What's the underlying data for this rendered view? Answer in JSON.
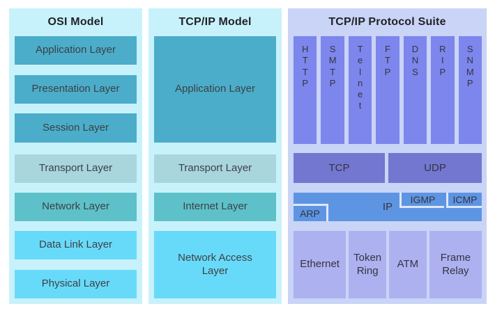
{
  "palette": {
    "panel-cyan": "#c8f2fb",
    "teal-dark": "#4badc9",
    "teal-muted": "#a9d5dd",
    "teal-mid": "#5ec1c9",
    "blue-bright": "#68daf9",
    "panel-periwinkle": "#c9d4f7",
    "bar-purple": "#7c86ec",
    "transport-purple": "#7377d0",
    "ip-blue": "#5e95e2",
    "lavender": "#adb1f0",
    "carve-border": "#dee8fc",
    "title-text": "#222228",
    "label-text": "#3c4147",
    "label-text2": "#333440"
  },
  "osi": {
    "title": "OSI Model",
    "layers": [
      "Application Layer",
      "Presentation Layer",
      "Session Layer",
      "Transport Layer",
      "Network Layer",
      "Data Link Layer",
      "Physical Layer"
    ]
  },
  "tcpip": {
    "title": "TCP/IP Model",
    "layers": [
      "Application Layer",
      "Transport Layer",
      "Internet Layer",
      "Network Access\nLayer"
    ]
  },
  "suite": {
    "title": "TCP/IP Protocol Suite",
    "app_protocols": [
      "H\nT\nT\nP",
      "S\nM\nT\nP",
      "T\ne\nl\nn\ne\nt",
      "F\nT\nP",
      "D\nN\nS",
      "R\nI\nP",
      "S\nN\nM\nP"
    ],
    "tcp": "TCP",
    "udp": "UDP",
    "ip": "IP",
    "arp": "ARP",
    "igmp": "IGMP",
    "icmp": "ICMP",
    "link_technologies": [
      "Ethernet",
      "Token\nRing",
      "ATM",
      "Frame\nRelay"
    ]
  }
}
